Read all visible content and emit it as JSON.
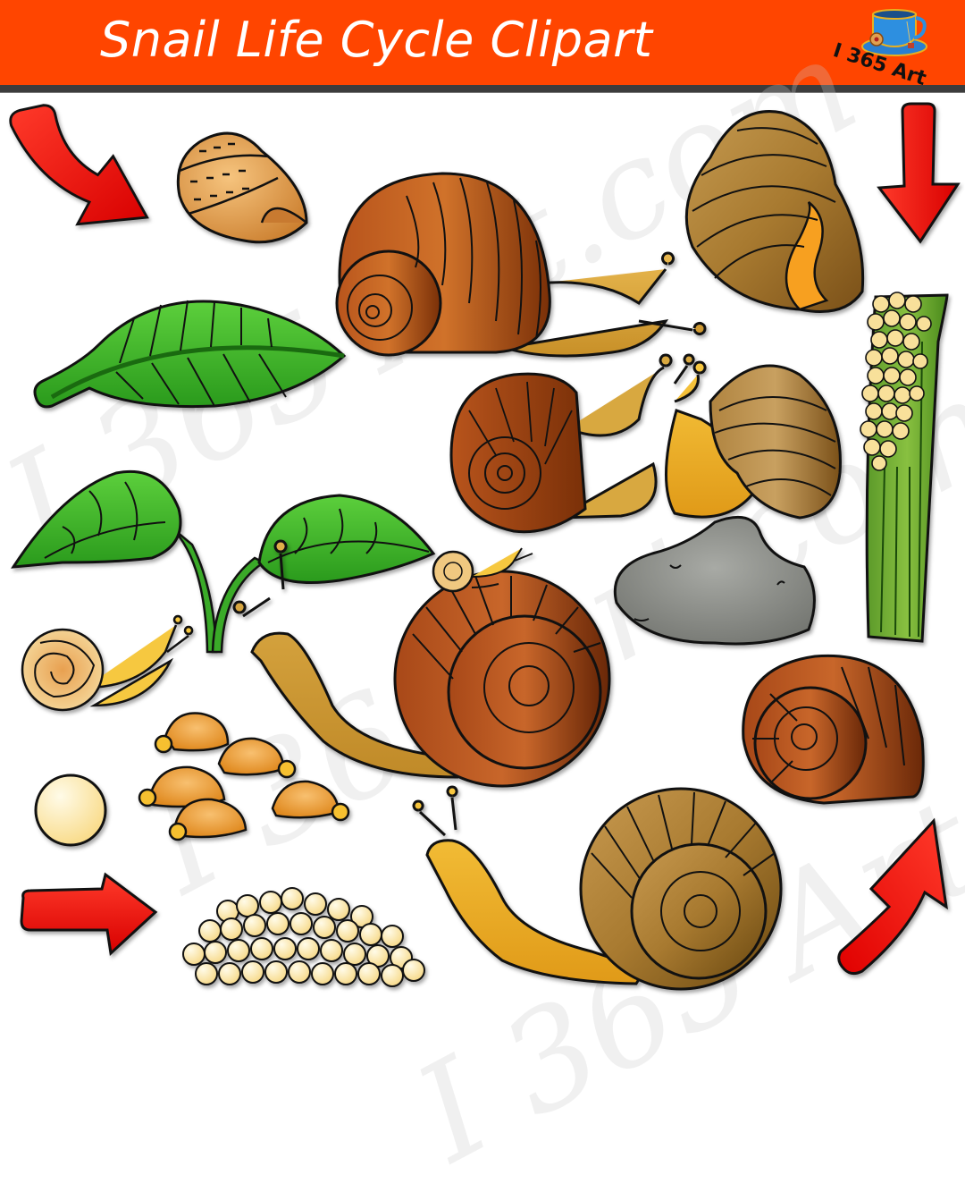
{
  "header": {
    "title": "Snail Life Cycle Clipart",
    "background_color": "#ff4500",
    "divider_color": "#3c3c3c"
  },
  "logo": {
    "text": "I 365 Art",
    "icon": "teacup-icon"
  },
  "watermark": {
    "text_1": "I 365 Art.com",
    "text_2": "I 365 Art.com",
    "text_3": "I 365 Art.com"
  },
  "colors": {
    "arrow_red": "#e8100a",
    "leaf_green": "#3dbb2a",
    "shell_brown": "#9a3f10",
    "shell_tan": "#a8792f",
    "body_yellow": "#e0a83a",
    "egg_cream": "#fbe6a3",
    "rock_gray": "#8a8c87"
  },
  "items": [
    {
      "name": "arrow-down-right",
      "icon": "curved-arrow-icon"
    },
    {
      "name": "small-tan-shell",
      "icon": "shell-icon"
    },
    {
      "name": "large-brown-snail",
      "icon": "snail-icon"
    },
    {
      "name": "striped-tan-shell",
      "icon": "shell-icon"
    },
    {
      "name": "arrow-down",
      "icon": "arrow-down-icon"
    },
    {
      "name": "green-leaf",
      "icon": "leaf-icon"
    },
    {
      "name": "egg-covered-stalk",
      "icon": "plant-stem-icon"
    },
    {
      "name": "mating-snails",
      "icon": "snail-pair-icon"
    },
    {
      "name": "seedling-sprout",
      "icon": "sprout-icon"
    },
    {
      "name": "gray-rock",
      "icon": "rock-icon"
    },
    {
      "name": "baby-snail",
      "icon": "snail-icon"
    },
    {
      "name": "snail-with-baby-on-shell",
      "icon": "snail-icon"
    },
    {
      "name": "empty-brown-shell",
      "icon": "shell-icon"
    },
    {
      "name": "hatchling-shells",
      "icon": "shell-group-icon"
    },
    {
      "name": "single-egg",
      "icon": "egg-icon"
    },
    {
      "name": "arrow-right",
      "icon": "arrow-right-icon"
    },
    {
      "name": "egg-cluster",
      "icon": "egg-cluster-icon"
    },
    {
      "name": "tan-snail",
      "icon": "snail-icon"
    },
    {
      "name": "arrow-up-right",
      "icon": "curved-arrow-icon"
    }
  ]
}
